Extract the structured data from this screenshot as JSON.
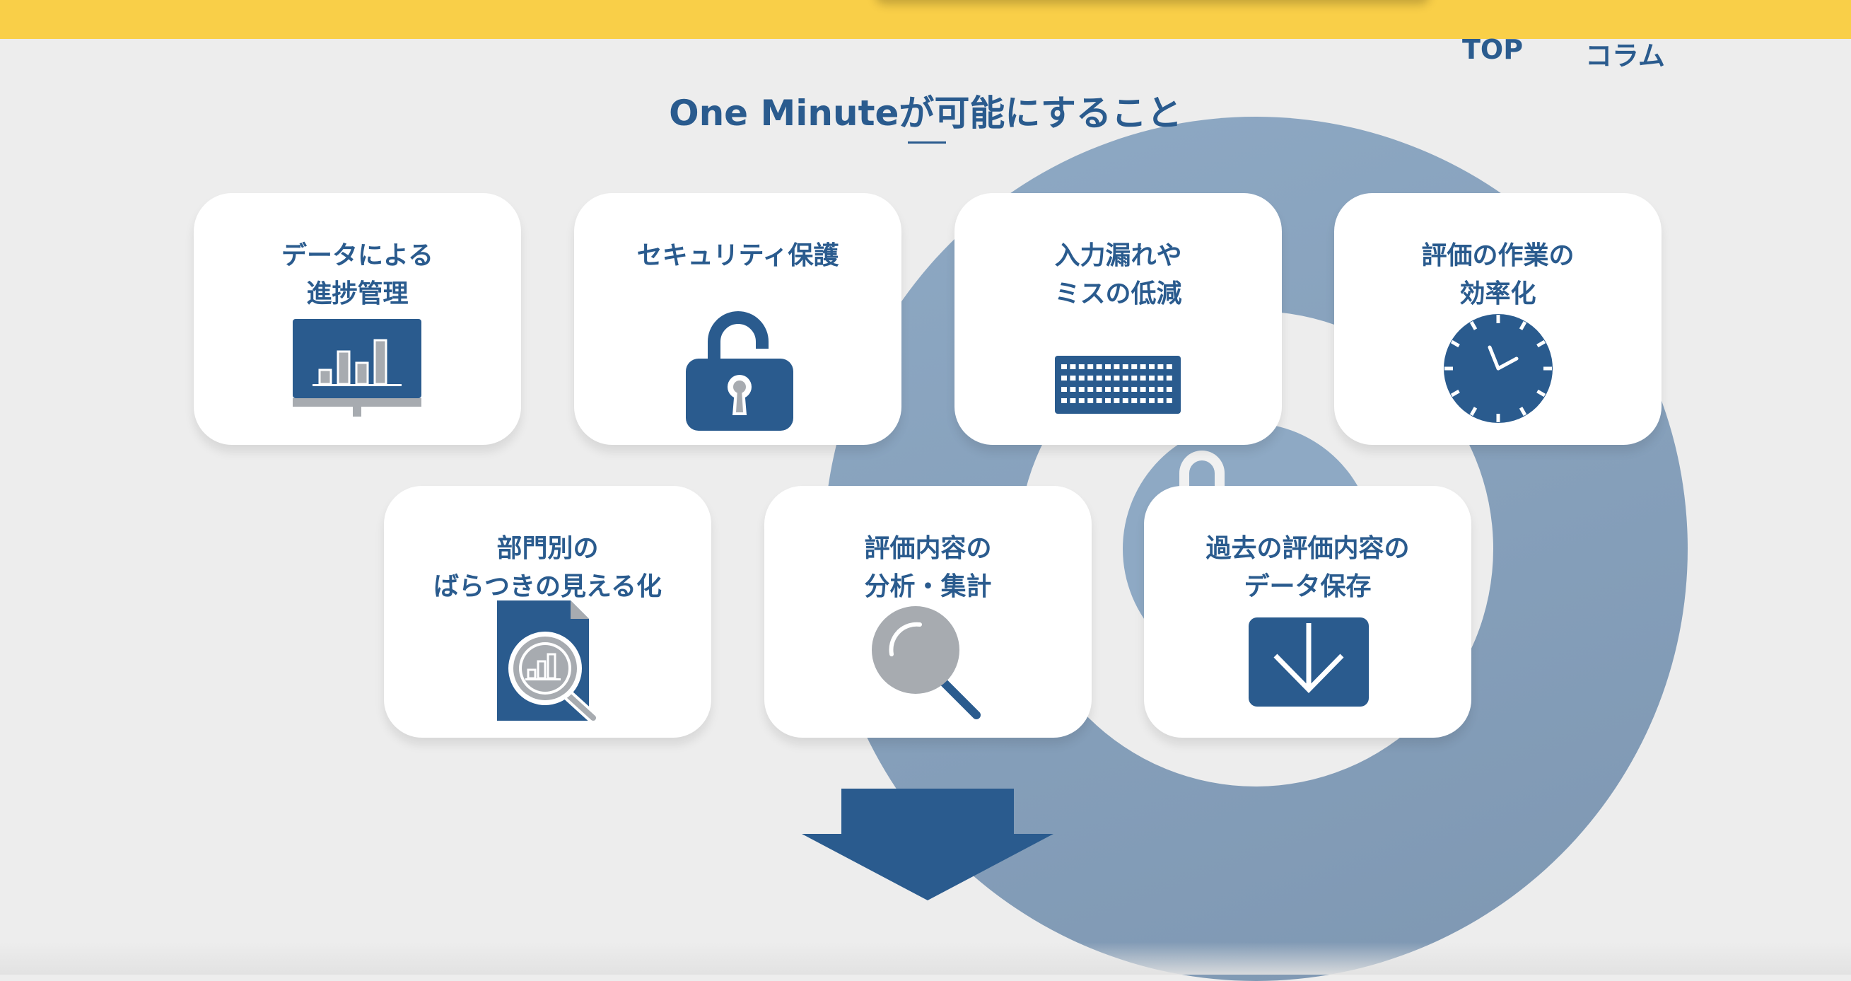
{
  "nav": {
    "top_label": "TOP",
    "column_label": "コラム"
  },
  "section": {
    "title": "One Minuteが可能にすること"
  },
  "features": [
    {
      "label": "データによる\n進捗管理",
      "icon": "chart-monitor-icon"
    },
    {
      "label": "セキュリティ保護",
      "icon": "unlocked-padlock-icon"
    },
    {
      "label": "入力漏れや\nミスの低減",
      "icon": "keyboard-icon"
    },
    {
      "label": "評価の作業の\n効率化",
      "icon": "clock-icon"
    },
    {
      "label": "部門別の\nばらつきの見える化",
      "icon": "document-analysis-icon"
    },
    {
      "label": "評価内容の\n分析・集計",
      "icon": "magnifier-icon"
    },
    {
      "label": "過去の評価内容の\nデータ保存",
      "icon": "download-icon"
    }
  ],
  "colors": {
    "brand_yellow": "#f9cf48",
    "brand_blue": "#2a5b8e",
    "ring_blue": "#8ea9c4",
    "icon_gray": "#a7abb0"
  }
}
